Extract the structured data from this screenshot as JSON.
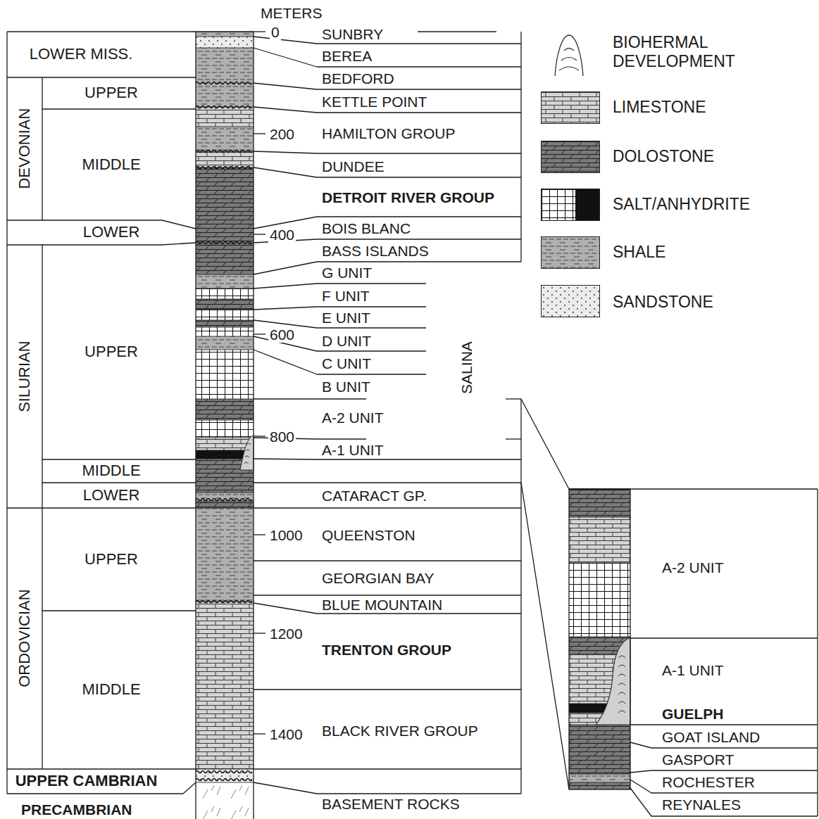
{
  "diagram": {
    "nodes": [
      {
        "text": [
          "LOWER MISS."
        ]
      },
      {
        "text": [
          "DEVONIAN"
        ]
      },
      {
        "text": [
          "UPPER"
        ]
      },
      {
        "text": [
          "MIDDLE"
        ]
      },
      {
        "text": [
          "LOWER"
        ]
      },
      {
        "text": [
          "SILURIAN"
        ]
      },
      {
        "text": [
          "UPPER"
        ]
      },
      {
        "text": [
          "MIDDLE"
        ]
      },
      {
        "text": [
          "LOWER"
        ]
      },
      {
        "text": [
          "ORDOVICIAN"
        ]
      },
      {
        "text": [
          "UPPER"
        ]
      },
      {
        "text": [
          "MIDDLE"
        ]
      },
      {
        "text": [
          "UPPER CAMBRIAN"
        ]
      }
    ],
    "labels": [
      "METERS",
      "0",
      "200",
      "400",
      "600",
      "800",
      "1000",
      "1200",
      "1400",
      "SUNBRY",
      "BEREA",
      "BEDFORD",
      "KETTLE POINT",
      "HAMILTON GROUP",
      "DUNDEE",
      "DETROIT RIVER GROUP",
      "BOIS BLANC",
      "BASS ISLANDS",
      "G UNIT",
      "F UNIT",
      "E UNIT",
      "D UNIT",
      "C UNIT",
      "B UNIT",
      "SALINA",
      "A-2 UNIT",
      "A-1 UNIT",
      "CATARACT GP.",
      "QUEENSTON",
      "GEORGIAN BAY",
      "BLUE MOUNTAIN",
      "TRENTON GROUP",
      "BLACK RIVER GROUP",
      "BASEMENT ROCKS",
      "PRECAMBRIAN",
      "A-2 UNIT",
      "A-1 UNIT",
      "GUELPH",
      "GOAT ISLAND",
      "GASPORT",
      "ROCHESTER",
      "REYNALES"
    ],
    "legend": [
      {
        "text": "BIOHERMAL DEVELOPMENT"
      },
      {
        "text": "LIMESTONE",
        "color": "#d4d4d4"
      },
      {
        "text": "DOLOSTONE",
        "color": "#7a7a7a"
      },
      {
        "text": "SALT/ANHYDRITE"
      },
      {
        "text": "SHALE",
        "color": "#b0b0b0"
      },
      {
        "text": "SANDSTONE",
        "color": "#ebebeb"
      }
    ]
  }
}
